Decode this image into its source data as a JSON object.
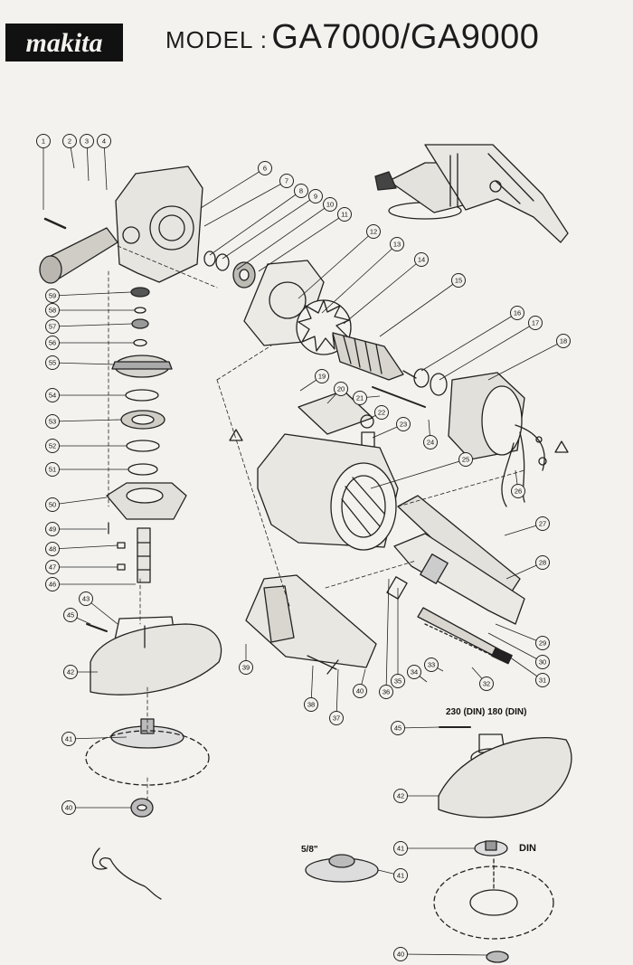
{
  "header": {
    "brand": "makita",
    "model_label": "MODEL :",
    "model_value": "GA7000/GA9000"
  },
  "notes": {
    "guard_sizes": "230 (DIN) 180 (DIN)",
    "thread_size": "5/8\"",
    "din_label": "DIN"
  },
  "callouts": [
    "1",
    "2",
    "3",
    "4",
    "6",
    "7",
    "8",
    "9",
    "10",
    "11",
    "12",
    "13",
    "14",
    "15",
    "16",
    "17",
    "18",
    "19",
    "20",
    "21",
    "22",
    "23",
    "24",
    "25",
    "26",
    "27",
    "28",
    "29",
    "30",
    "31",
    "32",
    "33",
    "34",
    "35",
    "36",
    "37",
    "38",
    "39",
    "40",
    "41",
    "42",
    "43",
    "45",
    "46",
    "47",
    "48",
    "49",
    "50",
    "51",
    "52",
    "53",
    "54",
    "55",
    "56",
    "57",
    "58",
    "59"
  ],
  "colors": {
    "paper": "#f3f2ee",
    "ink": "#1c1c1c",
    "logo_bg": "#111111"
  }
}
